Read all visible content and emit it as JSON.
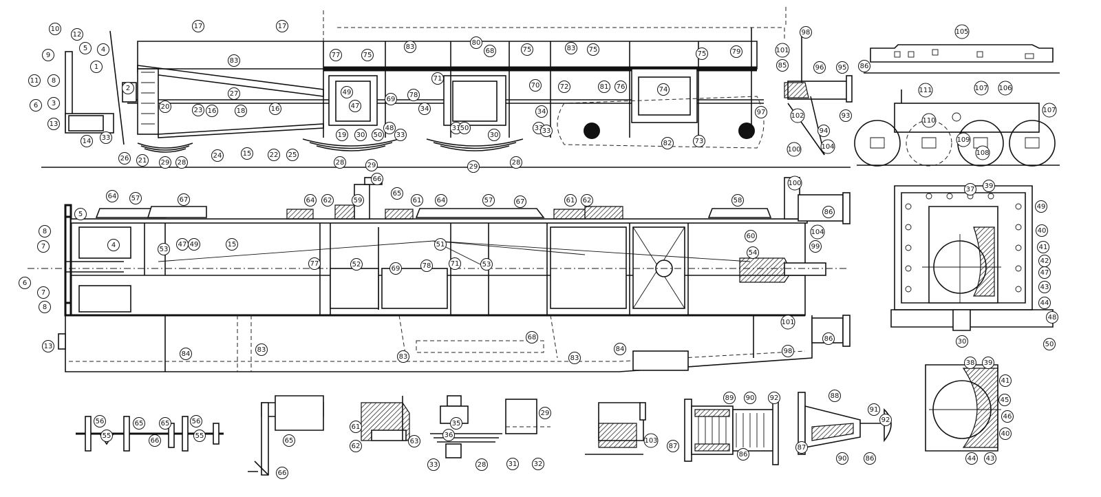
{
  "figure": {
    "kind": "locomotive frame technical drawing",
    "ink_color": "#111111",
    "paper_color": "#ffffff"
  },
  "callouts": {
    "side": [
      "10",
      "12",
      "9",
      "5",
      "4",
      "1",
      "8",
      "11",
      "6",
      "3",
      "2",
      "13",
      "14",
      "33",
      "20",
      "23",
      "16",
      "18",
      "16",
      "27",
      "17",
      "17",
      "83",
      "77",
      "75",
      "83",
      "80",
      "68",
      "75",
      "83",
      "75",
      "75",
      "79",
      "98",
      "101",
      "85",
      "96",
      "95",
      "86",
      "49",
      "47",
      "71",
      "69",
      "78",
      "34",
      "70",
      "72",
      "81",
      "76",
      "74",
      "97",
      "93",
      "102",
      "94",
      "104",
      "100",
      "30",
      "50",
      "48",
      "33",
      "33",
      "30",
      "50",
      "33",
      "34",
      "33",
      "82",
      "73",
      "26",
      "21",
      "29",
      "28",
      "24",
      "22",
      "25",
      "15",
      "19",
      "28",
      "29",
      "29",
      "28"
    ],
    "plan": [
      "64",
      "57",
      "67",
      "66",
      "65",
      "64",
      "62",
      "59",
      "61",
      "64",
      "57",
      "67",
      "61",
      "62",
      "58",
      "100",
      "86",
      "5",
      "8",
      "7",
      "4",
      "6",
      "7",
      "8",
      "53",
      "47",
      "49",
      "15",
      "51",
      "77",
      "52",
      "69",
      "78",
      "71",
      "53",
      "60",
      "104",
      "54",
      "99",
      "13",
      "84",
      "83",
      "83",
      "68",
      "83",
      "84",
      "101",
      "98",
      "86"
    ],
    "end_view": [
      "105",
      "111",
      "107",
      "106",
      "107",
      "110",
      "109",
      "108"
    ],
    "axlebox": [
      "37",
      "39",
      "49",
      "40",
      "41",
      "42",
      "47",
      "43",
      "44",
      "48",
      "30",
      "50"
    ],
    "axlebox_section": [
      "38",
      "39",
      "41",
      "45",
      "46",
      "40",
      "44",
      "43"
    ],
    "details": [
      "56",
      "65",
      "65",
      "56",
      "55",
      "66",
      "55",
      "65",
      "66",
      "61",
      "62",
      "63",
      "35",
      "36",
      "33",
      "28",
      "29",
      "31",
      "32",
      "103",
      "89",
      "90",
      "92",
      "87",
      "86",
      "88",
      "91",
      "92",
      "87",
      "90",
      "86"
    ]
  }
}
